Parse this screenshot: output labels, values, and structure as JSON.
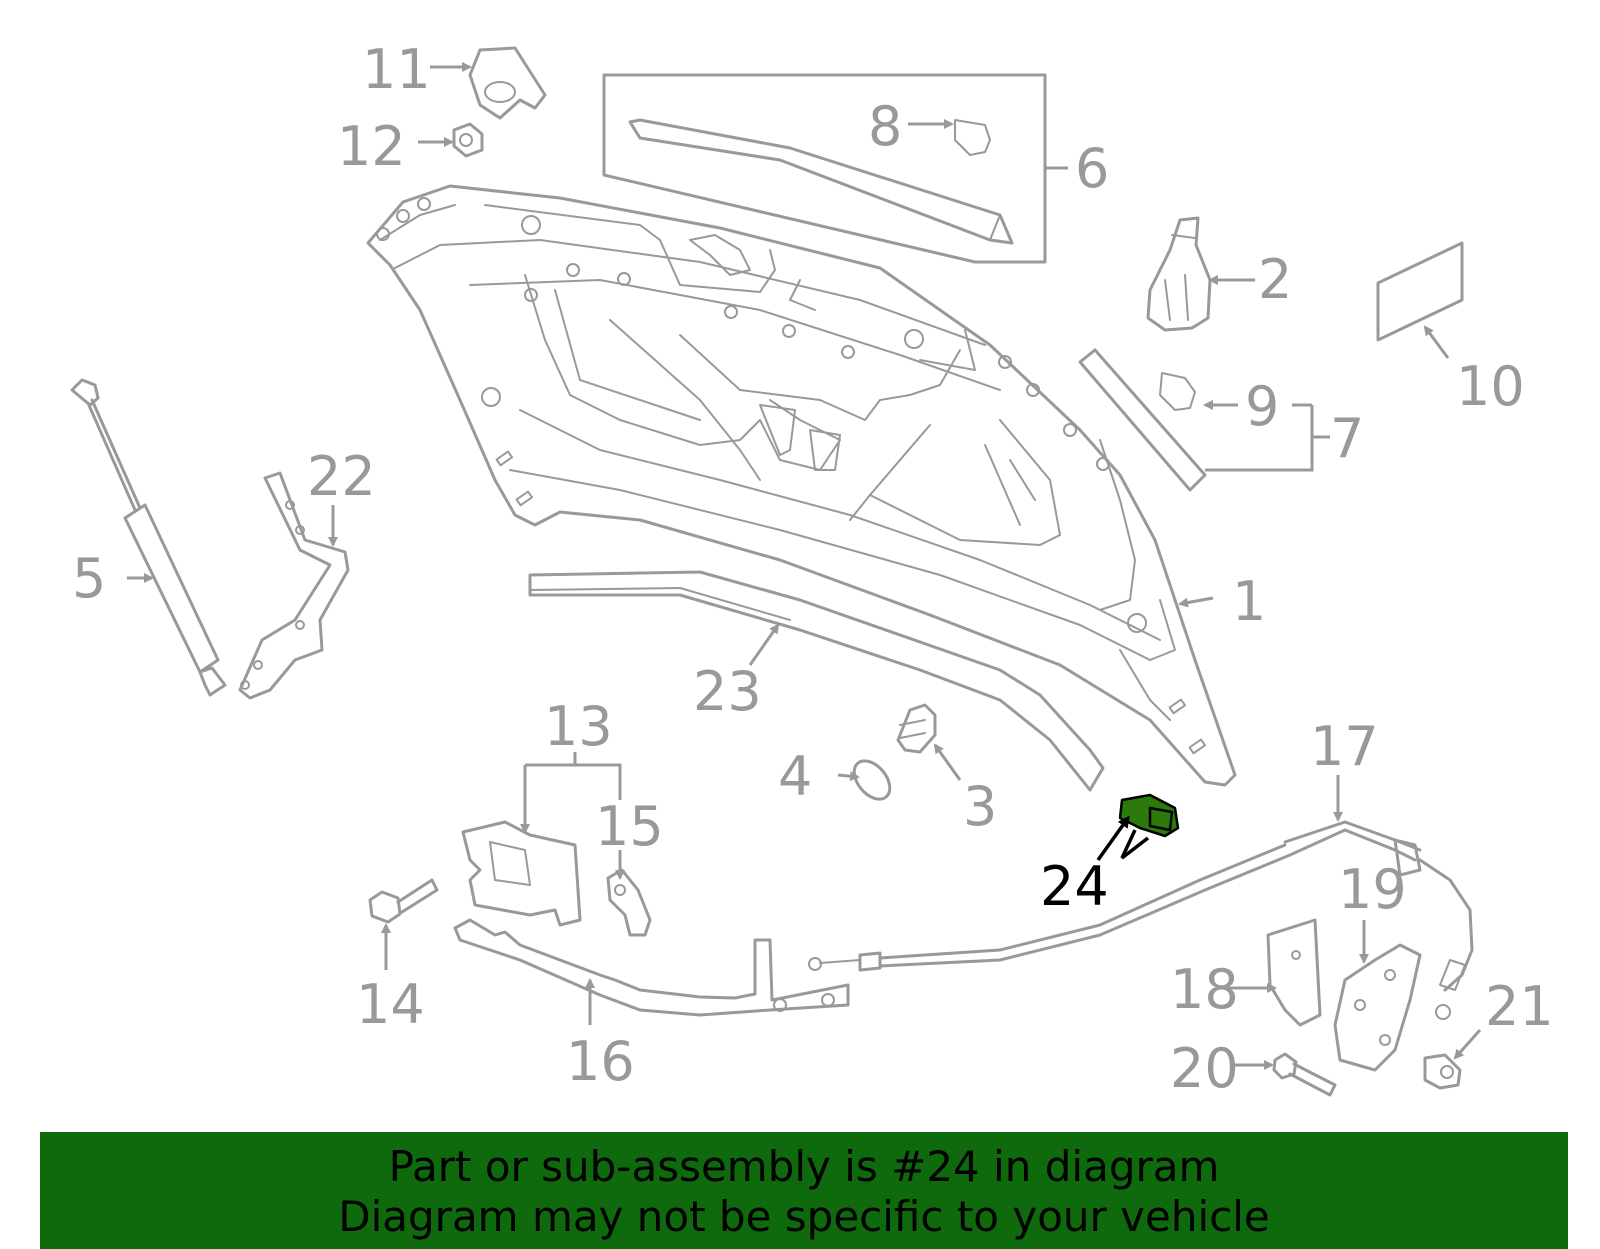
{
  "callouts": {
    "c1": "1",
    "c2": "2",
    "c3": "3",
    "c4": "4",
    "c5": "5",
    "c6": "6",
    "c7": "7",
    "c8": "8",
    "c9": "9",
    "c10": "10",
    "c11": "11",
    "c12": "12",
    "c13": "13",
    "c14": "14",
    "c15": "15",
    "c16": "16",
    "c17": "17",
    "c18": "18",
    "c19": "19",
    "c20": "20",
    "c21": "21",
    "c22": "22",
    "c23": "23",
    "c24": "24"
  },
  "highlight_color": "#2b7a0b",
  "banner": {
    "line1": "Part or sub-assembly is #24 in diagram",
    "line2": "Diagram may not be specific to your vehicle",
    "background": "#0f6a0d"
  }
}
